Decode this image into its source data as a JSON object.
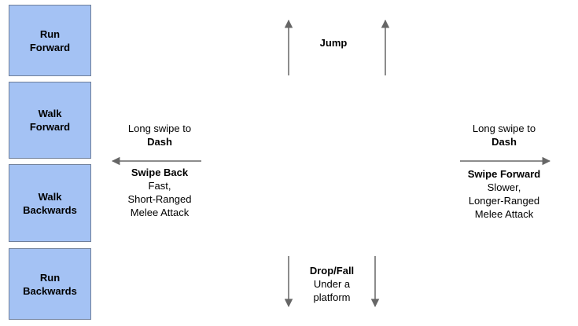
{
  "boxes": {
    "run_forward": "Run\nForward",
    "walk_forward": "Walk\nForward",
    "walk_backwards": "Walk\nBackwards",
    "run_backwards": "Run\nBackwards"
  },
  "jump": {
    "label": "Jump"
  },
  "left": {
    "dash_prefix": "Long swipe to",
    "dash_word": "Dash",
    "swipe_title": "Swipe Back",
    "swipe_desc_1": "Fast,",
    "swipe_desc_2": "Short-Ranged",
    "swipe_desc_3": "Melee Attack"
  },
  "right": {
    "dash_prefix": "Long swipe to",
    "dash_word": "Dash",
    "swipe_title": "Swipe Forward",
    "swipe_desc_1": "Slower,",
    "swipe_desc_2": "Longer-Ranged",
    "swipe_desc_3": "Melee Attack"
  },
  "drop": {
    "title": "Drop/Fall",
    "desc_1": "Under a",
    "desc_2": "platform"
  },
  "colors": {
    "box_fill": "#a4c2f4",
    "box_border": "#6f7f9a",
    "arrow": "#666666"
  }
}
